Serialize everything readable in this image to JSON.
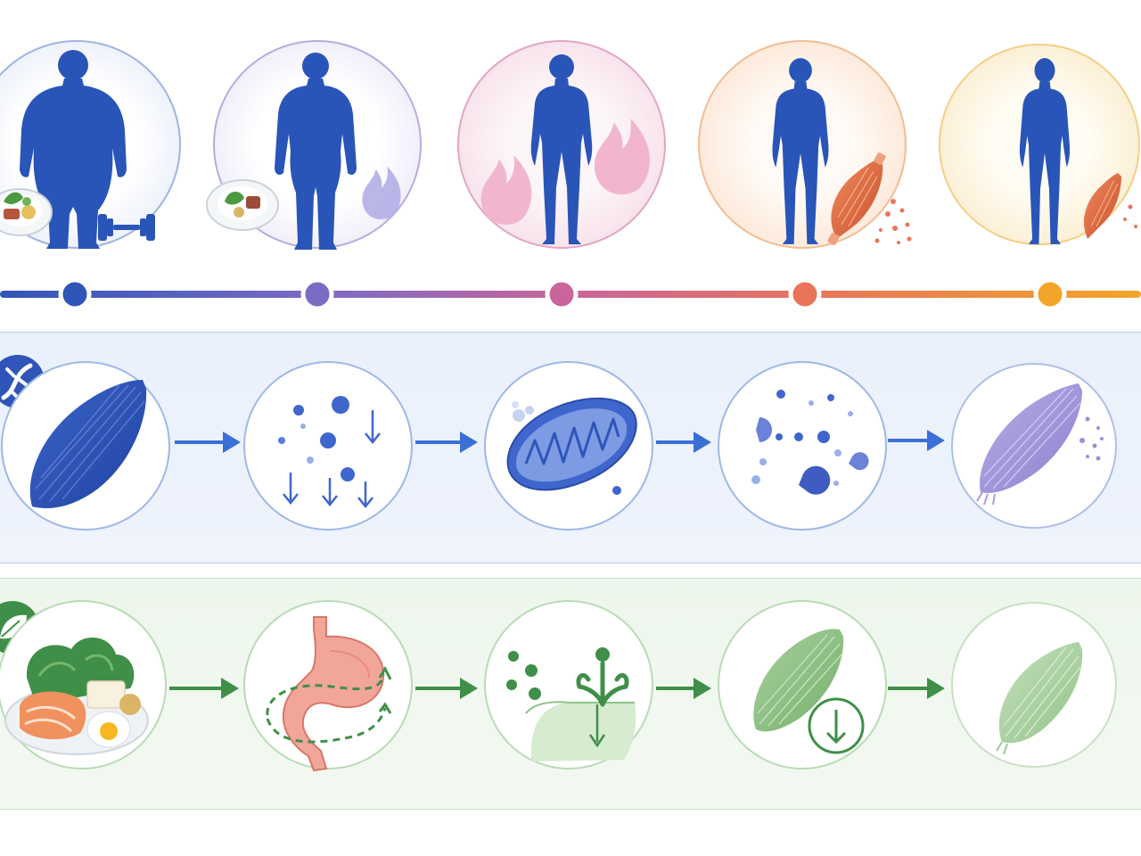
{
  "colors": {
    "stage1": "#2f55b8",
    "stage2": "#7b6bc4",
    "stage3": "#c9659a",
    "stage4": "#e8755a",
    "stage5": "#f2a528",
    "figure": "#2a55b8",
    "blue_band": "#eaf1fc",
    "green_band": "#edf6ec",
    "green_accent": "#3f8f48"
  },
  "rows": {
    "body_stages": [
      {
        "figure": "obese-body",
        "icons": [
          "meal-plate-icon",
          "dumbbell-icon"
        ]
      },
      {
        "figure": "overweight-body",
        "icons": [
          "meal-plate-icon",
          "flame-icon"
        ]
      },
      {
        "figure": "average-body",
        "icons": [
          "flame-icon",
          "flame-icon"
        ]
      },
      {
        "figure": "lean-body",
        "icons": [
          "muscle-breakdown-icon"
        ]
      },
      {
        "figure": "thin-body",
        "icons": [
          "muscle-breakdown-icon"
        ]
      }
    ],
    "cellular_steps": [
      {
        "icon": "muscle-fiber-icon"
      },
      {
        "icon": "declining-molecules-icon"
      },
      {
        "icon": "mitochondrion-icon"
      },
      {
        "icon": "protein-degradation-icon"
      },
      {
        "icon": "atrophied-muscle-icon"
      }
    ],
    "nutrition_steps": [
      {
        "icon": "protein-meal-icon"
      },
      {
        "icon": "stomach-digestion-icon"
      },
      {
        "icon": "nutrient-absorption-icon"
      },
      {
        "icon": "muscle-decrease-icon"
      },
      {
        "icon": "faded-muscle-icon"
      }
    ]
  }
}
